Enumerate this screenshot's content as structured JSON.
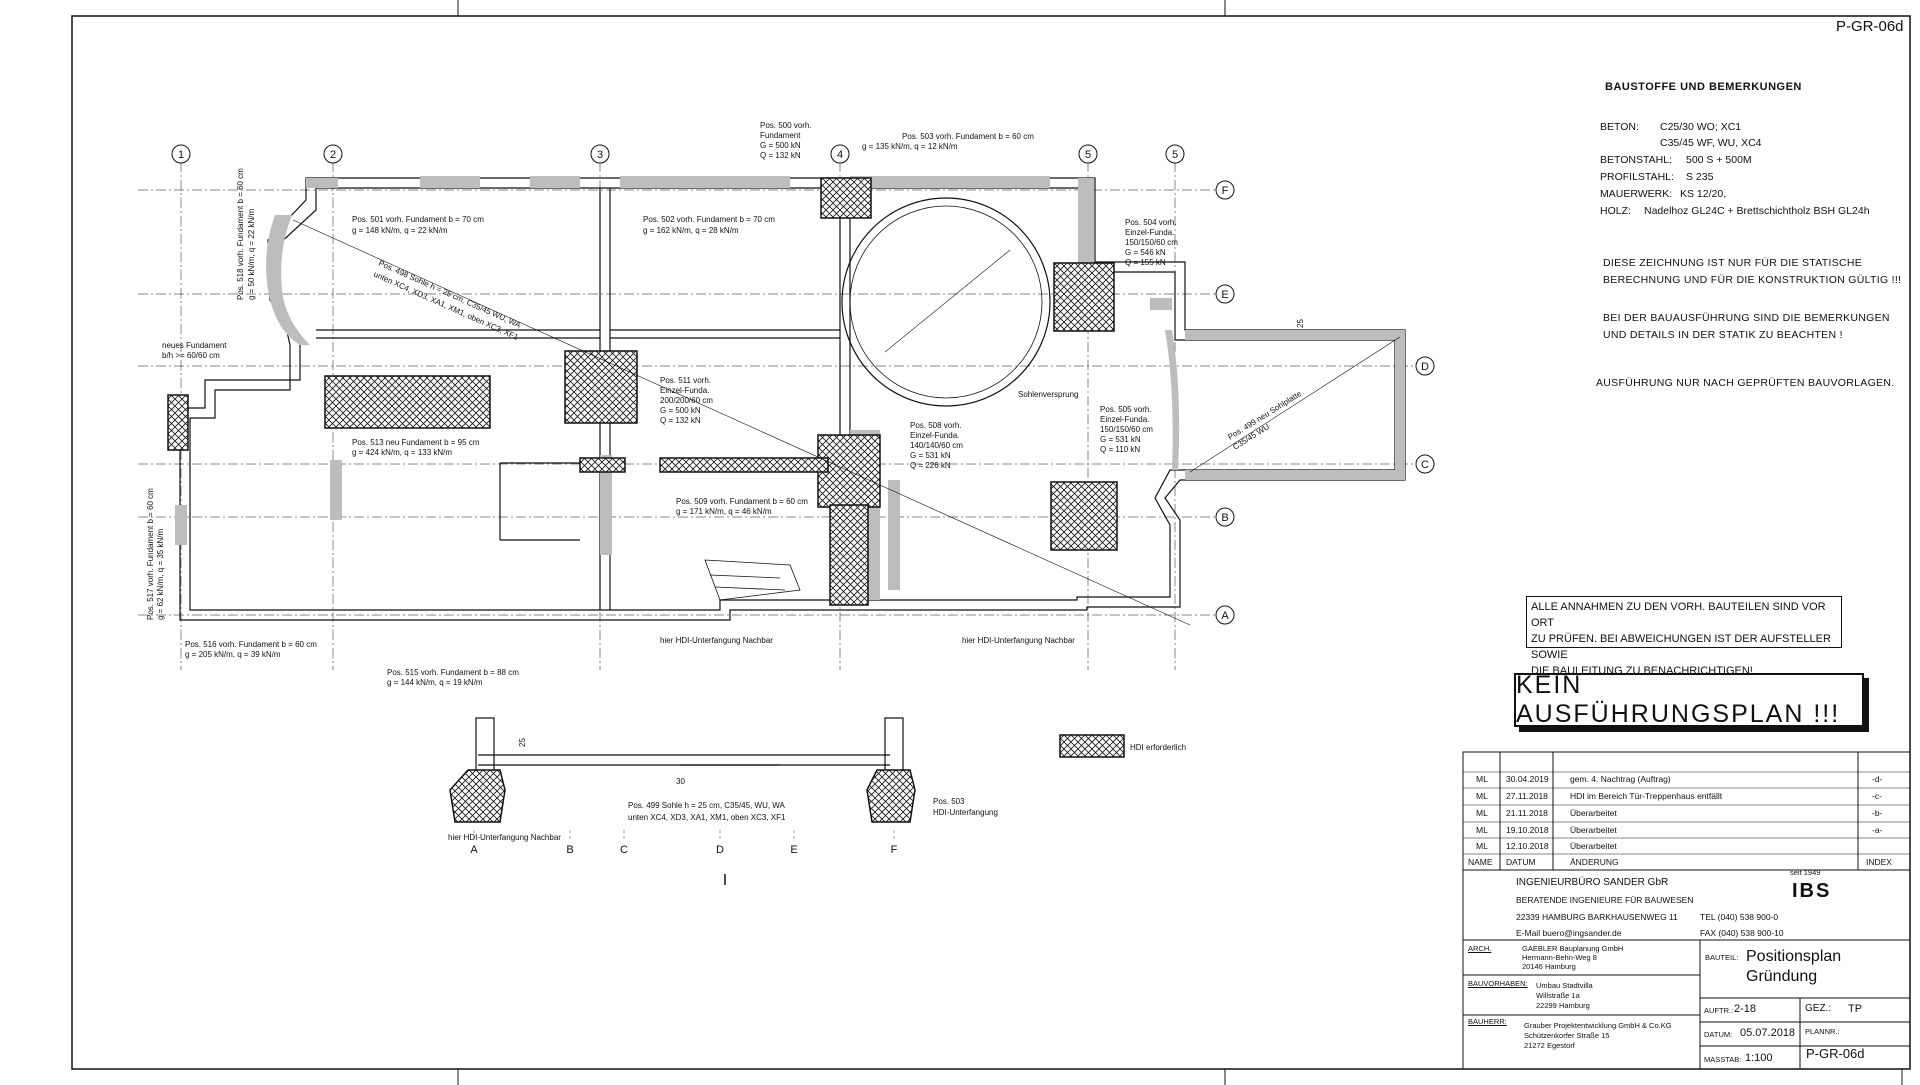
{
  "sheet_id": "P-GR-06d",
  "notes": {
    "title": "BAUSTOFFE UND BEMERKUNGEN",
    "materials": [
      {
        "label": "BETON:",
        "value": "C25/30 WO; XC1"
      },
      {
        "label": "",
        "value": "C35/45 WF, WU, XC4"
      },
      {
        "label": "BETONSTAHL:",
        "value": "500 S + 500M"
      },
      {
        "label": "PROFILSTAHL:",
        "value": "S 235"
      },
      {
        "label": "MAUERWERK:",
        "value": "KS 12/20,"
      },
      {
        "label": "HOLZ:",
        "value": "Nadelhoz GL24C + Brettschichtholz BSH GL24h"
      }
    ],
    "para1": [
      "DIESE ZEICHNUNG IST NUR FÜR DIE STATISCHE",
      "BERECHNUNG UND FÜR DIE KONSTRUKTION GÜLTIG !!!"
    ],
    "para2": [
      "BEI DER BAUAUSFÜHRUNG SIND DIE BEMERKUNGEN",
      "UND DETAILS IN DER STATIK ZU BEACHTEN !"
    ],
    "para3": "AUSFÜHRUNG NUR NACH GEPRÜFTEN BAUVORLAGEN.",
    "warning": [
      "ALLE ANNAHMEN ZU DEN VORH. BAUTEILEN SIND VOR ORT",
      "ZU PRÜFEN. BEI ABWEICHUNGEN IST DER AUFSTELLER SOWIE",
      "DIE BAULEITUNG ZU BENACHRICHTIGEN!"
    ],
    "stamp": "KEIN  AUSFÜHRUNGSPLAN  !!!"
  },
  "plan": {
    "grid_numbers": [
      "1",
      "2",
      "3",
      "4",
      "5",
      "5"
    ],
    "grid_letters": [
      "F",
      "E",
      "D",
      "C",
      "B",
      "A"
    ],
    "labels": {
      "pos500": [
        "Pos. 500 vorh.",
        "Fundament",
        "G = 500 kN",
        "Q = 132 kN"
      ],
      "pos503": [
        "Pos. 503 vorh. Fundament b = 60 cm",
        "g = 135 kN/m, q = 12 kN/m"
      ],
      "pos501": [
        "Pos. 501 vorh. Fundament b = 70 cm",
        "g = 148 kN/m, q = 22 kN/m"
      ],
      "pos502": [
        "Pos. 502 vorh. Fundament b = 70 cm",
        "g = 162 kN/m, q = 28 kN/m"
      ],
      "pos498": [
        "Pos. 498 Sohle h = 25 cm, C35/45 WU, WA",
        "unten XC4, XD3, XA1, XM1, oben XC3, XF1"
      ],
      "pos504": [
        "Pos. 504 vorh.",
        "Einzel-Funda.",
        "150/150/60 cm",
        "G = 546 kN",
        "Q = 155 kN"
      ],
      "pos518": "Pos. 518 vorh. Fundament b = 60 cm",
      "pos518b": "g = 50 kN/m, q = 22 kN/m",
      "neues": [
        "neues Fundament",
        "b/h >= 60/60 cm"
      ],
      "pos511": [
        "Pos. 511 vorh.",
        "Einzel-Funda.",
        "200/200/60 cm",
        "G = 500 kN",
        "Q = 132 kN"
      ],
      "pos513": [
        "Pos. 513 neu Fundament b = 95 cm",
        "g = 424 kN/m, q = 133 kN/m"
      ],
      "pos508": [
        "Pos. 508 vorh.",
        "Einzel-Funda.",
        "140/140/60 cm",
        "G = 531 kN",
        "Q = 226 kN"
      ],
      "pos505": [
        "Pos. 505 vorh.",
        "Einzel-Funda.",
        "150/150/60 cm",
        "G = 531 kN",
        "Q = 110 kN"
      ],
      "pos509": [
        "Pos. 509 vorh. Fundament b = 60 cm",
        "g = 171 kN/m, q = 46 kN/m"
      ],
      "pos499": "Pos. 499 neu Sohlplatte",
      "pos499b": "C35/45 WU",
      "pos517": "Pos. 517 vorh. Fundament b = 60 cm",
      "pos517b": "g = 62 kN/m, q = 35 kN/m",
      "pos516": [
        "Pos. 516 vorh. Fundament b = 60 cm",
        "g = 205 kN/m, q = 39 kN/m"
      ],
      "pos515": [
        "Pos. 515 vorh. Fundament b = 88 cm",
        "g = 144 kN/m, q = 19 kN/m"
      ],
      "schlen": "Sohlenversprung",
      "nachbar1": "hier HDI-Unterfangung Nachbar",
      "nachbar2": "hier HDI-Unterfangung Nachbar",
      "dim25": "25"
    }
  },
  "section": {
    "pos499": [
      "Pos. 499  Sohle h = 25 cm, C35/45, WU, WA",
      "unten XC4, XD3, XA1, XM1, oben XC3, XF1"
    ],
    "pos503": [
      "Pos. 503",
      "HDI-Unterfangung"
    ],
    "nachbar": "hier HDI-Unterfangung Nachbar",
    "dim25": "25",
    "dim30": "30",
    "axis": [
      "A",
      "B",
      "C",
      "D",
      "E",
      "F"
    ],
    "cut": "I"
  },
  "legend": {
    "hdi": "HDI erforderlich"
  },
  "titleblock": {
    "revisions": [
      {
        "name": "ML",
        "date": "30.04.2019",
        "change": "gem. 4. Nachtrag (Auftrag)",
        "index": "-d-"
      },
      {
        "name": "ML",
        "date": "27.11.2018",
        "change": "HDI im Bereich Tür-Treppenhaus entfällt",
        "index": "-c-"
      },
      {
        "name": "ML",
        "date": "21.11.2018",
        "change": "Überarbeitet",
        "index": "-b-"
      },
      {
        "name": "ML",
        "date": "19.10.2018",
        "change": "Überarbeitet",
        "index": "-a-"
      },
      {
        "name": "ML",
        "date": "12.10.2018",
        "change": "Überarbeitet",
        "index": ""
      }
    ],
    "headers": {
      "name": "NAME",
      "date": "DATUM",
      "change": "ÄNDERUNG",
      "index": "INDEX"
    },
    "office": {
      "name": "INGENIEURBÜRO SANDER GbR",
      "sub": "BERATENDE INGENIEURE FÜR BAUWESEN",
      "address": "22339 HAMBURG BARKHAUSENWEG 11",
      "email": "E-Mail buero@ingsander.de",
      "tel": "TEL (040) 538 900-0",
      "fax": "FAX (040) 538 900-10",
      "logo": "IBS",
      "since": "seit 1949"
    },
    "arch_label": "ARCH.",
    "arch": [
      "GAEBLER Bauplanung GmbH",
      "Hermann-Behn-Weg 8",
      "20146 Hamburg"
    ],
    "bv_label": "BAUVORHABEN:",
    "bv": [
      "Umbau Stadtvilla",
      "Willstraße 1a",
      "22299 Hamburg"
    ],
    "bh_label": "BAUHERR:",
    "bh": [
      "Grauber Projektentwicklung GmbH & Co.KG",
      "Schützenkorfer Straße 15",
      "21272 Egestorf"
    ],
    "bauteil_label": "BAUTEIL:",
    "bauteil": [
      "Positionsplan",
      "Gründung"
    ],
    "auftr_label": "AUFTR.:",
    "auftr": "2-18",
    "gez_label": "GEZ.:",
    "gez": "TP",
    "datum_label": "DATUM:",
    "datum": "05.07.2018",
    "planr_label": "PLANNR.:",
    "planr": "P-GR-06d",
    "massstab_label": "MASSTAB:",
    "massstab": "1:100"
  }
}
